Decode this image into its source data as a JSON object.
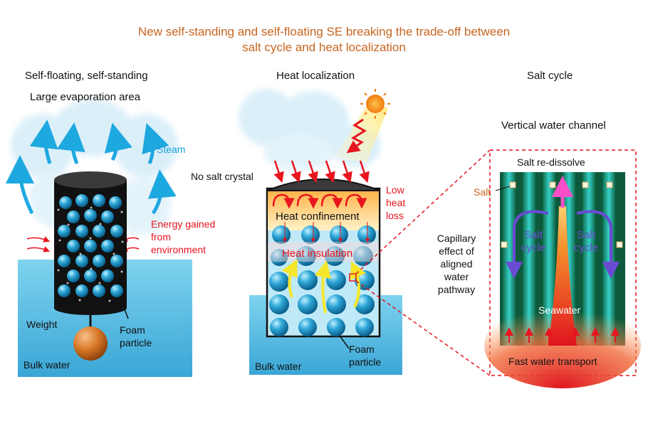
{
  "title": {
    "line1": "New self-standing and self-floating SE breaking the trade-off between",
    "line2": "salt cycle and heat localization"
  },
  "panel1": {
    "heading": "Self-floating, self-standing",
    "subheading": "Large evaporation area",
    "steam": "Steam",
    "energy": [
      "Energy gained",
      "from",
      "environment"
    ],
    "weight": "Weight",
    "foam": [
      "Foam",
      "particle"
    ],
    "bulk_water": "Bulk water"
  },
  "panel2": {
    "heading": "Heat localization",
    "no_salt": "No salt crystal",
    "low_heat_loss": [
      "Low",
      "heat",
      "loss"
    ],
    "heat_confinement": "Heat confinement",
    "heat_insulation": "Heat insulation",
    "foam": [
      "Foam",
      "particle"
    ],
    "bulk_water": "Bulk water"
  },
  "panel3": {
    "heading": "Salt cycle",
    "vertical_channel": "Vertical water channel",
    "salt_redissolve": "Salt re-dissolve",
    "salt": "Salt",
    "capillary": [
      "Capillary",
      "effect of",
      "aligned",
      "water",
      "pathway"
    ],
    "salt_cycle_left": [
      "Salt",
      "cycle"
    ],
    "salt_cycle_right": [
      "Salt",
      "cycle"
    ],
    "seawater": "Seawater",
    "fast_transport": "Fast water transport"
  },
  "colors": {
    "title": "#c8641e",
    "red_text": "#e8141e",
    "steam_cyan": "#1aa0dc",
    "water": "#5ec3e6",
    "salt_cycle_purple": "#6a4bd4"
  }
}
